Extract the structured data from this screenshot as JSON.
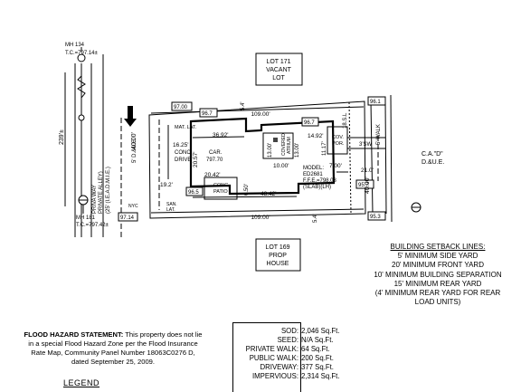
{
  "labels": {
    "mh_top_1": "MH 134",
    "mh_top_2": "T.C.=797.14±",
    "mh_bot_1": "MH 181",
    "mh_bot_2": "T.C.=797.42±",
    "alley_1": "PRIVA WAY",
    "alley_2": "PRIVATE ALLEY)",
    "alley_3": "(25' (I.E.A.D.M.I.E.)",
    "dim_239": "239'±",
    "lot171_1": "LOT 171",
    "lot171_2": "VACANT",
    "lot171_3": "LOT",
    "lot169_1": "LOT 169",
    "lot169_2": "PROP",
    "lot169_3": "HOUSE",
    "top_dim": "109.00'",
    "bot_dim": "109.00'",
    "left_dim": "40.00'",
    "right_dim": "40.00'",
    "walk_5": "5' WALK",
    "side_5_top": "5.4'",
    "side_5_bot": "5.4'",
    "sbl": "18.S.L",
    "de_left": "5' D.&U.E.",
    "cad": "C.A.\"D\"",
    "due_right": "D.&U.E.",
    "mat_lat": "MAT. LAT.",
    "conc_drive_1": "16.25'",
    "conc_drive_2": "CONC.",
    "conc_drive_3": "DRIVE",
    "d_36_92": "36.92'",
    "d_20_57": "20.57'",
    "car_1": "CAR.",
    "car_2": "797.70",
    "d_20_42": "20.42'",
    "d_19_2": "19.2'",
    "d_6_50": "6.50'",
    "conc_patio_1": "CONC.",
    "conc_patio_2": "PATIO",
    "d_48_42": "48.42'",
    "san_lat_1": "SAN.",
    "san_lat_2": "LAT.",
    "atrium_1": "COVERED",
    "atrium_2": "ATRIUM",
    "d_13_top": "13.00'",
    "d_13_right": "13.00'",
    "d_10": "10.00'",
    "d_14_92": "14.92'",
    "d_11_17": "11.17'",
    "cov_por_1": "COV.",
    "cov_por_2": "POR.",
    "sw": "3'SW",
    "model_1": "MODEL:",
    "model_2": "ED2681",
    "model_3": "F.F.E.=798.03",
    "model_4": "(SLAB)(LH)",
    "d_7": "7.00'",
    "d_21": "21.0'",
    "e_97_00": "97.00",
    "e_96_7a": "96.7",
    "e_96_7b": "96.7",
    "e_96_1": "96.1",
    "e_96_5": "96.5",
    "e_95_7": "95.7",
    "e_95_3": "95.3",
    "e_97_14": "97.14",
    "nyc": "NYC"
  },
  "setback": {
    "title": "BUILDING SETBACK LINES:",
    "lines": [
      "5' MINIMUM SIDE YARD",
      "20' MINIMUM FRONT YARD",
      "10' MINIMUM BUILDING SEPARATION",
      "15' MINIMUM REAR YARD",
      "(4' MINIMUM REAR YARD FOR REAR",
      "LOAD UNITS)"
    ]
  },
  "flood": {
    "title": "FLOOD HAZARD STATEMENT:",
    "text": "This property does not lie in a special Flood Hazard Zone per the Flood Insurance Rate Map, Community Panel Number 18063C0276 D, dated September 25, 2009."
  },
  "legend": "LEGEND",
  "table": [
    {
      "label": "SOD:",
      "value": "2,046 Sq.Ft."
    },
    {
      "label": "SEED:",
      "value": "N/A Sq.Ft."
    },
    {
      "label": "PRIVATE WALK:",
      "value": "64 Sq.Ft."
    },
    {
      "label": "PUBLIC WALK:",
      "value": "200 Sq.Ft."
    },
    {
      "label": "DRIVEWAY:",
      "value": "377 Sq.Ft."
    },
    {
      "label": "IMPERVIOUS:",
      "value": "2,314 Sq.Ft."
    }
  ]
}
